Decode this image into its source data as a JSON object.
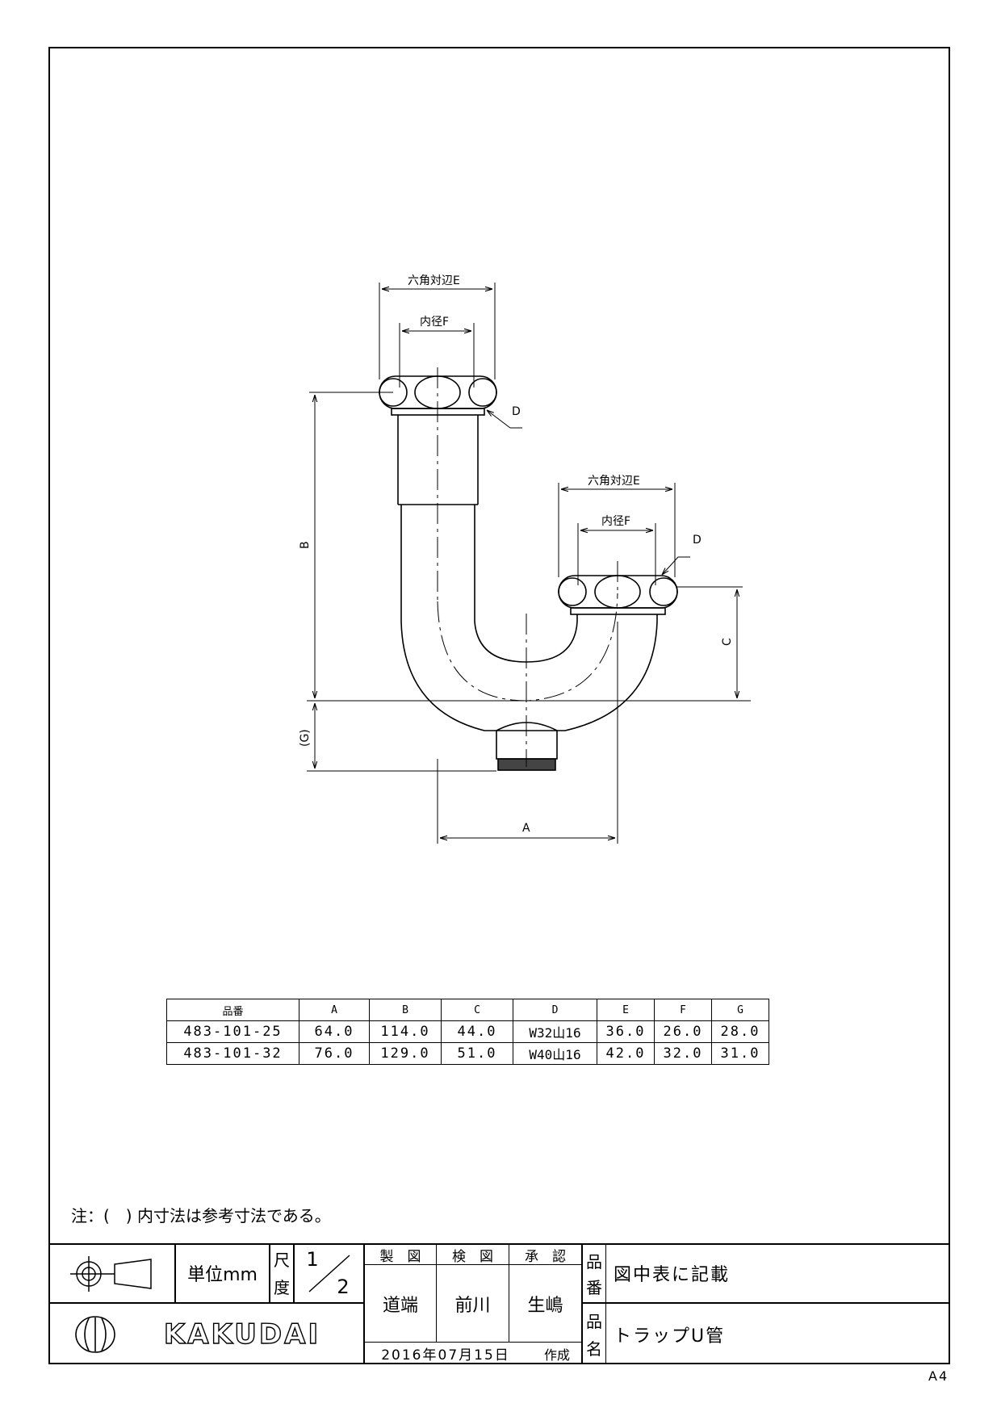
{
  "drawing": {
    "label_hex_e": "六角対辺E",
    "label_inner_f": "内径F",
    "label_a": "A",
    "label_b": "B",
    "label_c": "C",
    "label_d": "D",
    "label_g": "(G)"
  },
  "table": {
    "headers": [
      "品番",
      "A",
      "B",
      "C",
      "D",
      "E",
      "F",
      "G"
    ],
    "rows": [
      [
        "483-101-25",
        "64.0",
        "114.0",
        "44.0",
        "W32山16",
        "36.0",
        "26.0",
        "28.0"
      ],
      [
        "483-101-32",
        "76.0",
        "129.0",
        "51.0",
        "W40山16",
        "42.0",
        "32.0",
        "31.0"
      ]
    ]
  },
  "note": "注：(　) 内寸法は参考寸法である。",
  "titleblock": {
    "unit": "単位mm",
    "scale_label_1": "尺",
    "scale_label_2": "度",
    "scale_num": "1",
    "scale_den": "2",
    "drawn_label": "製　図",
    "checked_label": "検　図",
    "approved_label": "承　認",
    "drawn_by": "道端",
    "checked_by": "前川",
    "approved_by": "生嶋",
    "part_no_label_1": "品",
    "part_no_label_2": "番",
    "part_no": "図中表に記載",
    "part_name_label_1": "品",
    "part_name_label_2": "名",
    "part_name": "トラップU管",
    "date": "2016年07月15日",
    "date_suffix": "作成",
    "brand": "KAKUDAI"
  },
  "paper_size": "A4"
}
